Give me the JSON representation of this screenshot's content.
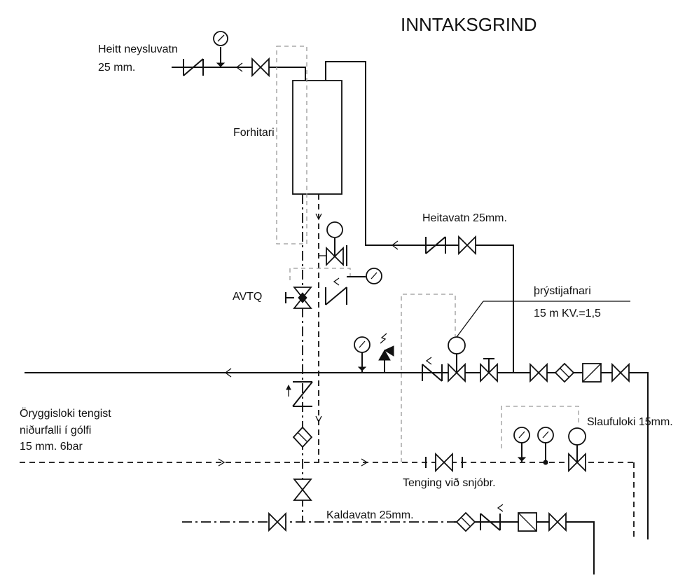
{
  "title": "INNTAKSGRIND",
  "labels": {
    "heitt_neysluvatn_1": "Heitt neysluvatn",
    "heitt_neysluvatn_2": "25 mm.",
    "forhitari": "Forhitari",
    "heitavatn": "Heitavatn 25mm.",
    "avtq": "AVTQ",
    "thrystijafnari_1": "þrýstijafnari",
    "thrystijafnari_2": "15 m KV.=1,5",
    "oryggisloki_1": "Öryggisloki tengist",
    "oryggisloki_2": "niðurfalli í gólfi",
    "oryggisloki_3": "15 mm. 6bar",
    "slaufuloki": "Slaufuloki 15mm.",
    "tenging": "Tenging við snjóbr.",
    "kaldavatn": "Kaldavatn 25mm."
  },
  "colors": {
    "line": "#111111",
    "dashed_box": "#999999",
    "background": "#ffffff"
  },
  "icons": [
    "gate-valve-icon",
    "check-valve-icon",
    "pressure-gauge-icon",
    "strainer-icon",
    "water-meter-icon",
    "safety-valve-icon"
  ]
}
